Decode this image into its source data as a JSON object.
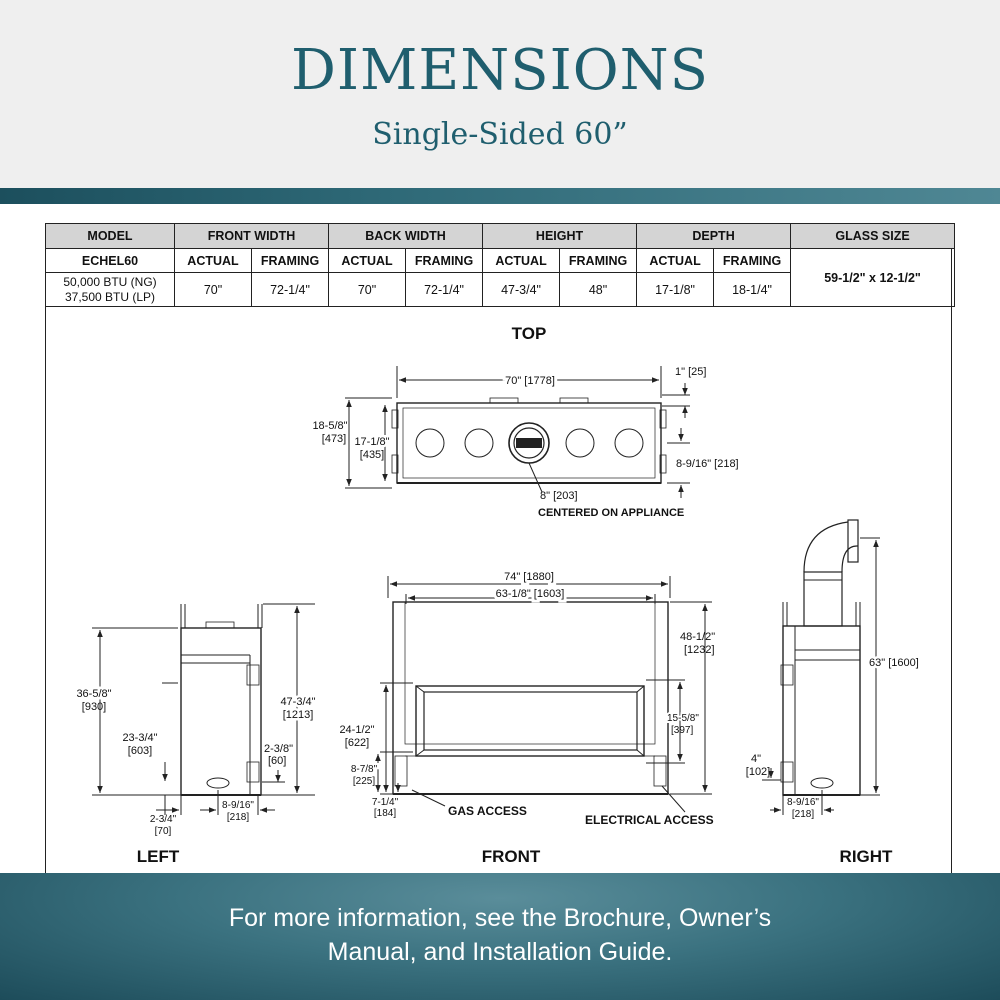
{
  "header": {
    "title": "DIMENSIONS",
    "subtitle": "Single-Sided 60”"
  },
  "spec_table": {
    "headers": [
      "MODEL",
      "FRONT WIDTH",
      "BACK WIDTH",
      "HEIGHT",
      "DEPTH",
      "GLASS SIZE"
    ],
    "model": "ECHEL60",
    "btu_ng": "50,000 BTU (NG)",
    "btu_lp": "37,500 BTU (LP)",
    "sub_actual": "ACTUAL",
    "sub_framing": "FRAMING",
    "values": [
      "70\"",
      "72-1/4\"",
      "70\"",
      "72-1/4\"",
      "47-3/4\"",
      "48\"",
      "17-1/8\"",
      "18-1/4\""
    ],
    "glass_size": "59-1/2\" x 12-1/2\""
  },
  "views": {
    "top": "TOP",
    "left": "LEFT",
    "front": "FRONT",
    "right": "RIGHT"
  },
  "dimensions": {
    "top_width": "70\" [1778]",
    "top_flange": "1\" [25]",
    "top_depth_outer_in": "18-5/8\"",
    "top_depth_outer_mm": "[473]",
    "top_depth_inner_in": "17-1/8\"",
    "top_depth_inner_mm": "[435]",
    "top_vent_offset": "8-9/16\" [218]",
    "top_vent_dia": "8\" [203]",
    "top_centered": "CENTERED ON APPLIANCE",
    "front_overall_width": "74\" [1880]",
    "front_inner_width": "63-1/8\" [1603]",
    "front_height_in": "48-1/2\"",
    "front_height_mm": "[1232]",
    "front_glass_in": "15-5/8\"",
    "front_glass_mm": "[397]",
    "front_opening_in": "24-1/2\"",
    "front_opening_mm": "[622]",
    "front_gas_in": "8-7/8\"",
    "front_gas_mm": "[225]",
    "front_base_in": "7-1/4\"",
    "front_base_mm": "[184]",
    "gas_access": "GAS ACCESS",
    "electrical_access": "ELECTRICAL ACCESS",
    "left_top_in": "36-5/8\"",
    "left_top_mm": "[930]",
    "left_mid_in": "23-3/4\"",
    "left_mid_mm": "[603]",
    "left_total_in": "47-3/4\"",
    "left_total_mm": "[1213]",
    "left_side_in": "2-3/8\"",
    "left_side_mm": "[60]",
    "left_bottom_in": "2-3/4\"",
    "left_bottom_mm": "[70]",
    "left_vent_in": "8-9/16\"",
    "left_vent_mm": "[218]",
    "right_height": "63\" [1600]",
    "right_small_in": "4\"",
    "right_small_mm": "[102]",
    "right_vent_in": "8-9/16\"",
    "right_vent_mm": "[218]"
  },
  "footer": {
    "line1": "For more information, see the Brochure, Owner’s",
    "line2": "Manual, and Installation Guide."
  }
}
